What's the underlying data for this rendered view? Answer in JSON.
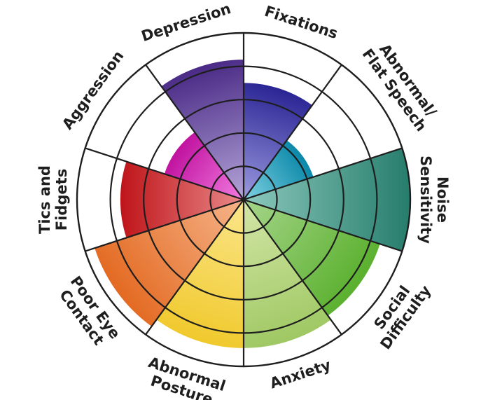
{
  "chart_data": {
    "type": "polar-area",
    "title": "",
    "rings": 5,
    "max_value": 5,
    "grid": true,
    "categories": [
      "Fixations",
      "Abnormal/ Flat Speech",
      "Noise Sensitivity",
      "Social Difficulty",
      "Anxiety",
      "Abnormal Posture",
      "Poor Eye Contact",
      "Tics and Fidgets",
      "Aggression",
      "Depression"
    ],
    "label_lines": [
      [
        "Fixations"
      ],
      [
        "Abnormal/",
        "Flat Speech"
      ],
      [
        "Noise",
        "Sensitivity"
      ],
      [
        "Social",
        "Difficulty"
      ],
      [
        "Anxiety"
      ],
      [
        "Abnormal",
        "Posture"
      ],
      [
        "Poor Eye",
        "Contact"
      ],
      [
        "Tics and",
        "Fidgets"
      ],
      [
        "Aggression"
      ],
      [
        "Depression"
      ]
    ],
    "values": [
      3.5,
      2.2,
      5.0,
      4.3,
      4.45,
      4.45,
      4.7,
      3.7,
      2.5,
      4.2
    ],
    "colors": [
      [
        "#9c9be0",
        "#2a2594"
      ],
      [
        "#7fd2e2",
        "#0a87a8"
      ],
      [
        "#8cc9bd",
        "#267d6c"
      ],
      [
        "#a6d58a",
        "#5ab02e"
      ],
      [
        "#d4e6a8",
        "#9fc863"
      ],
      [
        "#fbe68c",
        "#f0c92c"
      ],
      [
        "#f6b48a",
        "#e36a22"
      ],
      [
        "#e98a8a",
        "#bf1419"
      ],
      [
        "#f27ce0",
        "#c0129f"
      ],
      [
        "#b4a5d8",
        "#4a2a86"
      ]
    ]
  }
}
